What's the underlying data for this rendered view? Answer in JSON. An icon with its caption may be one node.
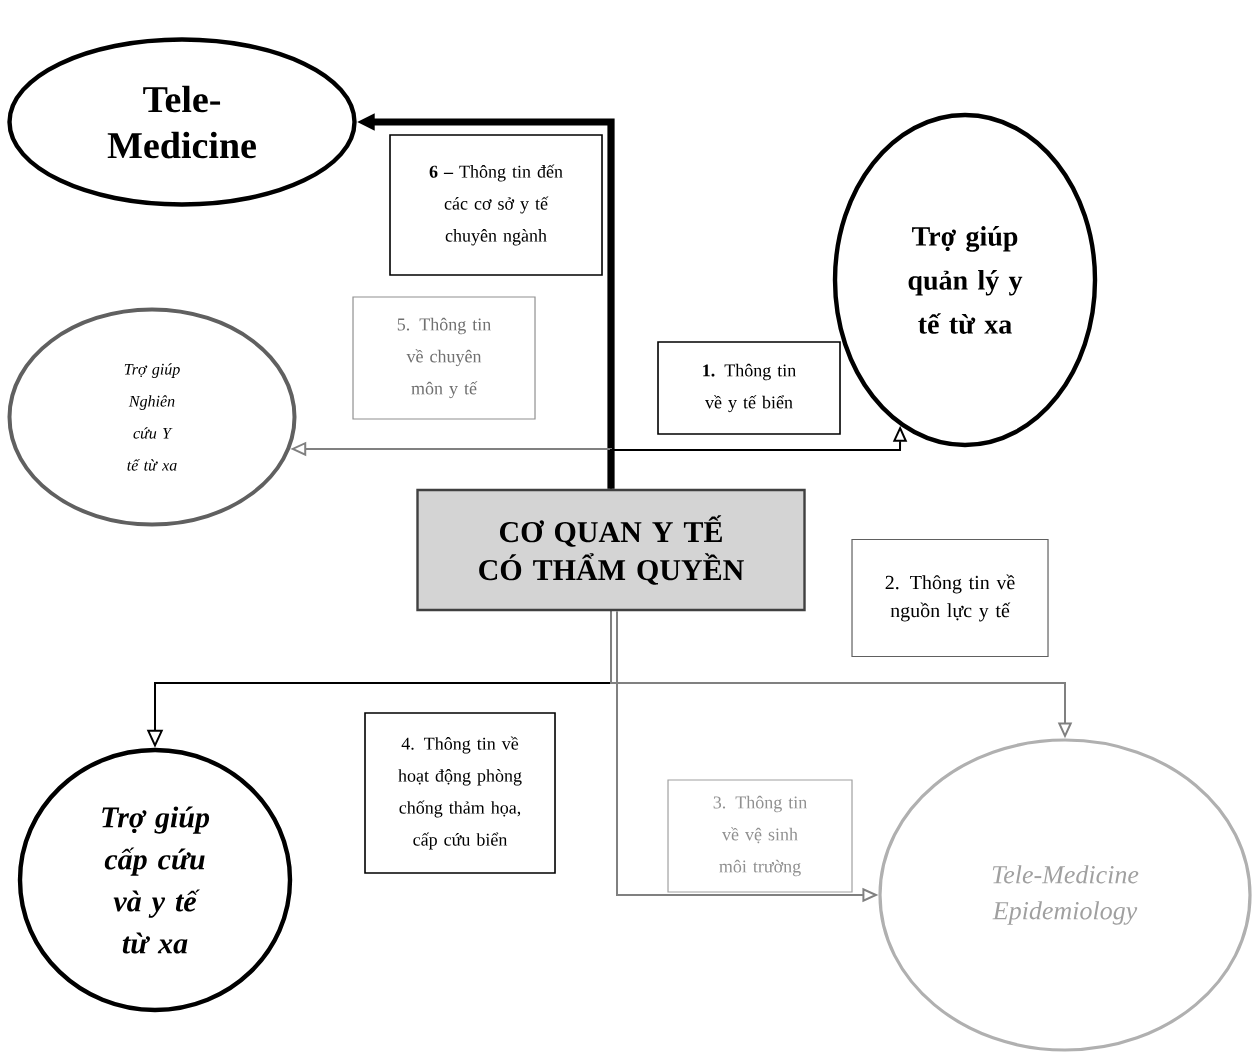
{
  "diagram": {
    "nodes": [
      {
        "text": [
          "Tele-Medicine"
        ]
      },
      {
        "text": [
          "Trợ giúp quản lý y tế từ xa"
        ]
      },
      {
        "text": [
          "Trợ giúp Nghiên cứu Y tế từ xa"
        ]
      },
      {
        "text": [
          "CƠ QUAN Y TẾ CÓ THẨM QUYỀN"
        ]
      },
      {
        "text": [
          "Trợ giúp cấp cứu và y tế từ xa"
        ]
      },
      {
        "text": [
          "Tele-Medicine Epidemiology"
        ]
      },
      {
        "text": [
          "**6 –** Thông tin đến các cơ sở y tế chuyên ngành"
        ]
      },
      {
        "text": [
          "5. Thông tin về chuyên môn y tế"
        ]
      },
      {
        "text": [
          "**1.** Thông tin về y tế biển"
        ]
      },
      {
        "text": [
          "2. Thông tin về nguồn lực y tế"
        ]
      },
      {
        "text": [
          "4. Thông tin về hoạt động phòng chống thảm họa, cấp cứu biển"
        ]
      },
      {
        "text": [
          "3. Thông tin về vệ sinh môi trường"
        ]
      }
    ],
    "edges": [
      {
        "from": 3,
        "to": 0,
        "arrow": "to",
        "style": "thick"
      },
      {
        "from": 3,
        "to": 2,
        "arrow": "to",
        "color": "#808080"
      },
      {
        "from": 3,
        "to": 1,
        "arrow": "to"
      },
      {
        "from": 3,
        "to": 4,
        "arrow": "to"
      },
      {
        "from": 3,
        "to": 5,
        "arrow": "to",
        "color": "#808080"
      },
      {
        "from": 3,
        "to": 5,
        "arrow": "to",
        "color": "#808080"
      }
    ]
  }
}
